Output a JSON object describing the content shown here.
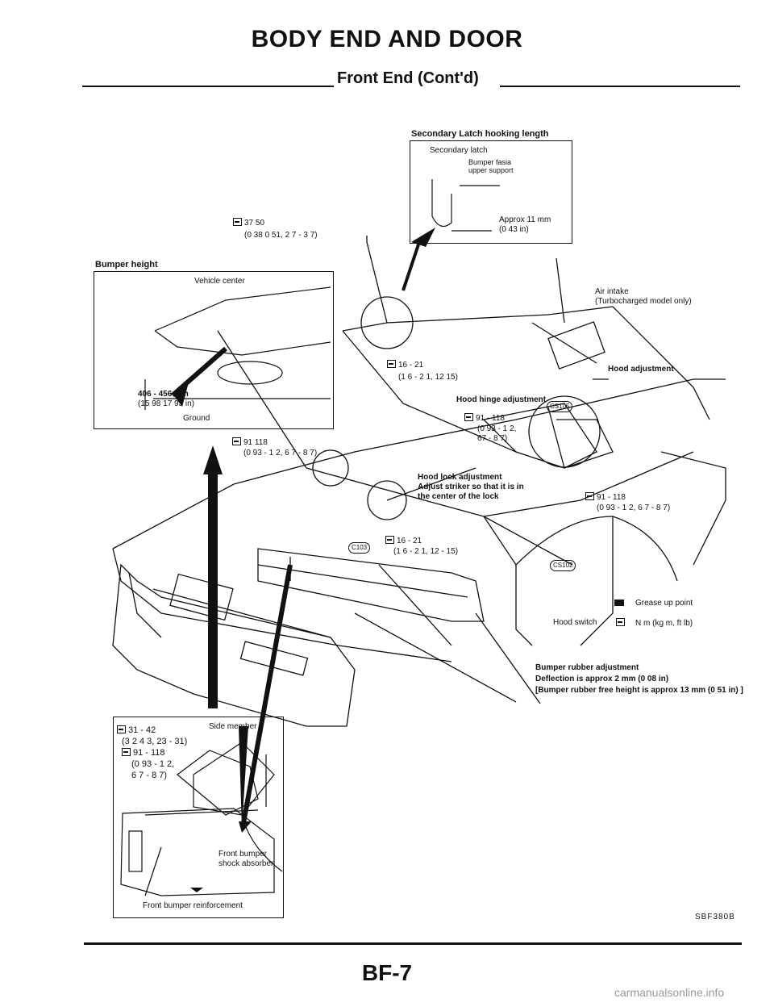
{
  "header": {
    "title": "BODY END AND DOOR",
    "subtitle": "Front End (Cont'd)"
  },
  "secondary_latch": {
    "caption": "Secondary Latch hooking length",
    "latch_label": "Secondary latch",
    "fascia_label_1": "Bumper fasia",
    "fascia_label_2": "upper support",
    "approx_1": "Approx 11 mm",
    "approx_2": "(0 43 in)"
  },
  "bumper_height": {
    "caption": "Bumper height",
    "vehicle_center": "Vehicle center",
    "range_1": "406 - 456 mm",
    "range_2": "(15 98  17 95 in)",
    "ground": "Ground"
  },
  "torques": {
    "t1_a": "37  50",
    "t1_b": "(0 38  0 51, 2 7 - 3 7)",
    "t2_a": "16 - 21",
    "t2_b": "(1 6 - 2 1, 12  15)",
    "t3_a": "91 - 118",
    "t3_b": "(0 93 - 1 2,",
    "t3_c": "67 - 8 7)",
    "t4_a": "91  118",
    "t4_b": "(0 93 - 1 2, 6 7 - 8 7)",
    "t5_a": "91 - 118",
    "t5_b": "(0 93 - 1 2, 6 7 - 8 7)",
    "t6_a": "16 - 21",
    "t6_b": "(1 6 - 2 1, 12 - 15)"
  },
  "callouts": {
    "air_intake_1": "Air intake",
    "air_intake_2": "(Turbocharged model only)",
    "hood_adjustment": "Hood adjustment",
    "hood_hinge": "Hood hinge adjustment",
    "hood_lock_1": "Hood lock adjustment",
    "hood_lock_2": "Adjust striker so that it is in",
    "hood_lock_3": "the center of the lock",
    "hood_switch": "Hood switch",
    "cs105": "CS105",
    "c103": "C103",
    "cs102": "CS102",
    "bumper_rubber_1": "Bumper rubber adjustment",
    "bumper_rubber_2": "Deflection is approx  2 mm (0 08 in)",
    "bumper_rubber_3": "[Bumper rubber free height is approx  13 mm (0 51 in) ]"
  },
  "legend": {
    "grease": "Grease up point",
    "torque": "N m (kg m, ft lb)"
  },
  "bumper_detail": {
    "t1_a": "31 - 42",
    "t1_b": "(3 2  4 3, 23 - 31)",
    "t2_a": "91 - 118",
    "t2_b": "(0 93 - 1 2,",
    "t2_c": "6 7 - 8 7)",
    "side_member": "Side member",
    "shock_1": "Front bumper",
    "shock_2": "shock absorber",
    "reinforcement": "Front bumper reinforcement"
  },
  "footer": {
    "code": "SBF380B",
    "page": "BF-7",
    "watermark": "carmanualsonline.info"
  }
}
